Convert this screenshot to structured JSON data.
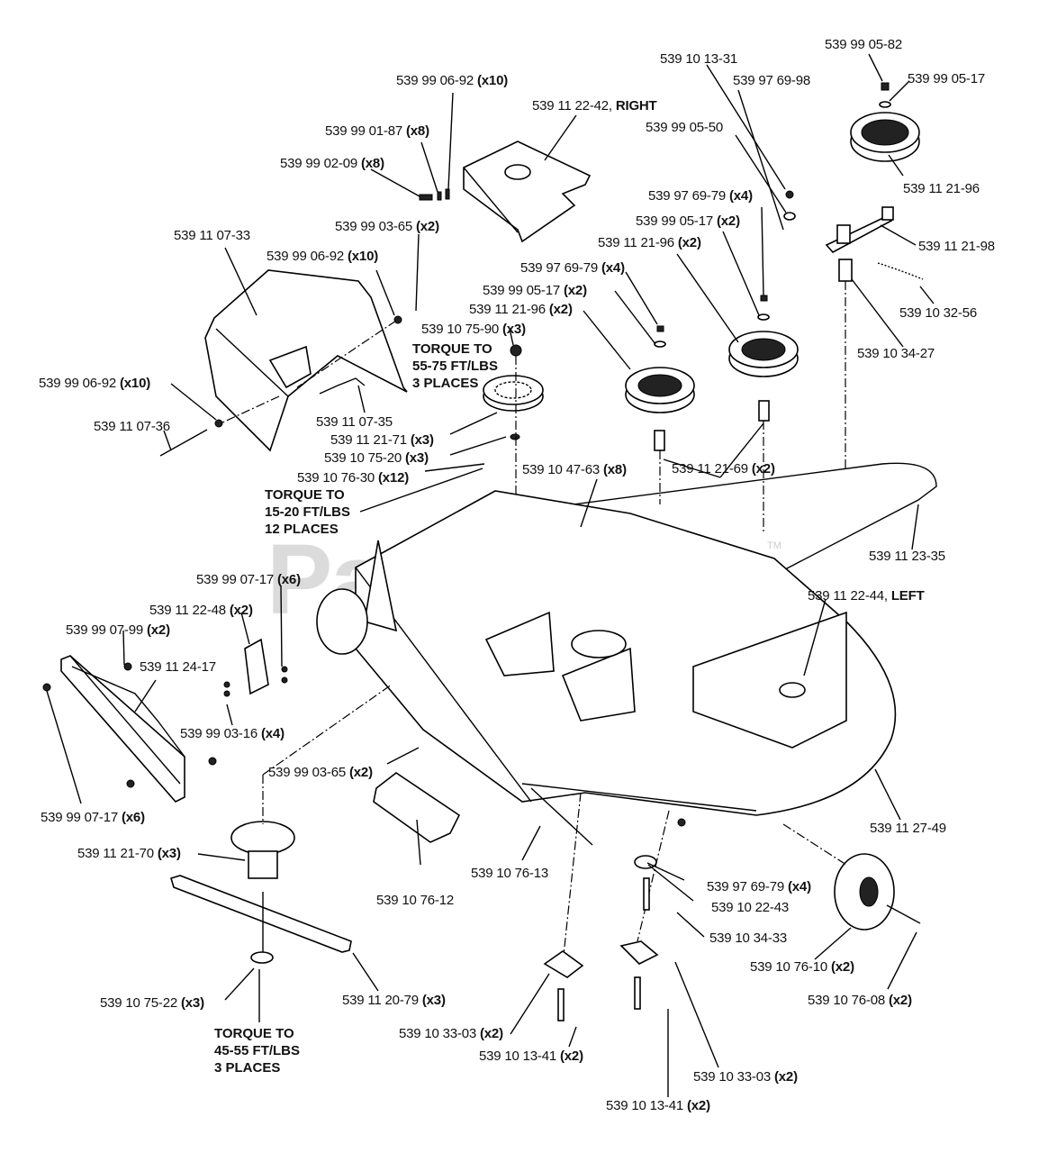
{
  "watermark": {
    "text": "PartsTree",
    "tm": "TM"
  },
  "labels": [
    {
      "id": "l1",
      "part": "539 99 06-92",
      "qty": "(x10)"
    },
    {
      "id": "l2",
      "part": "539 11 22-42,",
      "qty": "RIGHT"
    },
    {
      "id": "l3",
      "part": "539 99 01-87",
      "qty": "(x8)"
    },
    {
      "id": "l4",
      "part": "539 99 02-09",
      "qty": "(x8)"
    },
    {
      "id": "l5",
      "part": "539 99 03-65",
      "qty": "(x2)"
    },
    {
      "id": "l6",
      "part": "539 11 07-33",
      "qty": ""
    },
    {
      "id": "l7",
      "part": "539 99 06-92",
      "qty": "(x10)"
    },
    {
      "id": "l8",
      "part": "539 10 13-31",
      "qty": ""
    },
    {
      "id": "l9",
      "part": "539 97 69-98",
      "qty": ""
    },
    {
      "id": "l10",
      "part": "539 99 05-82",
      "qty": ""
    },
    {
      "id": "l11",
      "part": "539 99 05-17",
      "qty": ""
    },
    {
      "id": "l12",
      "part": "539 99 05-50",
      "qty": ""
    },
    {
      "id": "l13",
      "part": "539 11 21-96",
      "qty": ""
    },
    {
      "id": "l14",
      "part": "539 97 69-79",
      "qty": "(x4)"
    },
    {
      "id": "l15",
      "part": "539 99 05-17",
      "qty": "(x2)"
    },
    {
      "id": "l16",
      "part": "539 11 21-96",
      "qty": "(x2)"
    },
    {
      "id": "l17",
      "part": "539 11 21-98",
      "qty": ""
    },
    {
      "id": "l18",
      "part": "539 97 69-79",
      "qty": "(x4)"
    },
    {
      "id": "l19",
      "part": "539 99 05-17",
      "qty": "(x2)"
    },
    {
      "id": "l20",
      "part": "539 11 21-96",
      "qty": "(x2)"
    },
    {
      "id": "l21",
      "part": "539 10 32-56",
      "qty": ""
    },
    {
      "id": "l22",
      "part": "539 10 75-90",
      "qty": "(x3)"
    },
    {
      "id": "l23",
      "part": "539 10 34-27",
      "qty": ""
    },
    {
      "id": "l24",
      "part": "539 99 06-92",
      "qty": "(x10)"
    },
    {
      "id": "l25",
      "part": "539 11 07-36",
      "qty": ""
    },
    {
      "id": "l26",
      "part": "539 11 07-35",
      "qty": ""
    },
    {
      "id": "l27",
      "part": "539 11 21-71",
      "qty": "(x3)"
    },
    {
      "id": "l28",
      "part": "539 10 75-20",
      "qty": "(x3)"
    },
    {
      "id": "l29",
      "part": "539 10 76-30",
      "qty": "(x12)"
    },
    {
      "id": "l30",
      "part": "539 10 47-63",
      "qty": "(x8)"
    },
    {
      "id": "l31",
      "part": "539 11 21-69",
      "qty": "(x2)"
    },
    {
      "id": "l32",
      "part": "539 11 23-35",
      "qty": ""
    },
    {
      "id": "l33",
      "part": "539 99 07-17",
      "qty": "(x6)"
    },
    {
      "id": "l34",
      "part": "539 11 22-44,",
      "qty": "LEFT"
    },
    {
      "id": "l35",
      "part": "539 11 22-48",
      "qty": "(x2)"
    },
    {
      "id": "l36",
      "part": "539 99 07-99",
      "qty": "(x2)"
    },
    {
      "id": "l37",
      "part": "539 11 24-17",
      "qty": ""
    },
    {
      "id": "l38",
      "part": "539 99 03-16",
      "qty": "(x4)"
    },
    {
      "id": "l39",
      "part": "539 99 03-65",
      "qty": "(x2)"
    },
    {
      "id": "l40",
      "part": "539 99 07-17",
      "qty": "(x6)"
    },
    {
      "id": "l41",
      "part": "539 11 27-49",
      "qty": ""
    },
    {
      "id": "l42",
      "part": "539 11 21-70",
      "qty": "(x3)"
    },
    {
      "id": "l43",
      "part": "539 10 76-13",
      "qty": ""
    },
    {
      "id": "l44",
      "part": "539 97 69-79",
      "qty": "(x4)"
    },
    {
      "id": "l45",
      "part": "539 10 22-43",
      "qty": ""
    },
    {
      "id": "l46",
      "part": "539 10 76-12",
      "qty": ""
    },
    {
      "id": "l47",
      "part": "539 10 34-33",
      "qty": ""
    },
    {
      "id": "l48",
      "part": "539 10 76-10",
      "qty": "(x2)"
    },
    {
      "id": "l49",
      "part": "539 10 75-22",
      "qty": "(x3)"
    },
    {
      "id": "l50",
      "part": "539 11 20-79",
      "qty": "(x3)"
    },
    {
      "id": "l51",
      "part": "539 10 76-08",
      "qty": "(x2)"
    },
    {
      "id": "l52",
      "part": "539 10 33-03",
      "qty": "(x2)"
    },
    {
      "id": "l53",
      "part": "539 10 13-41",
      "qty": "(x2)"
    },
    {
      "id": "l54",
      "part": "539 10 33-03",
      "qty": "(x2)"
    },
    {
      "id": "l55",
      "part": "539 10 13-41",
      "qty": "(x2)"
    }
  ],
  "notes": [
    {
      "id": "n1",
      "lines": [
        "TORQUE TO",
        "55-75 FT/LBS",
        "3 PLACES"
      ]
    },
    {
      "id": "n2",
      "lines": [
        "TORQUE TO",
        "15-20 FT/LBS",
        "12 PLACES"
      ]
    },
    {
      "id": "n3",
      "lines": [
        "TORQUE TO",
        "45-55 FT/LBS",
        "3 PLACES"
      ]
    }
  ]
}
